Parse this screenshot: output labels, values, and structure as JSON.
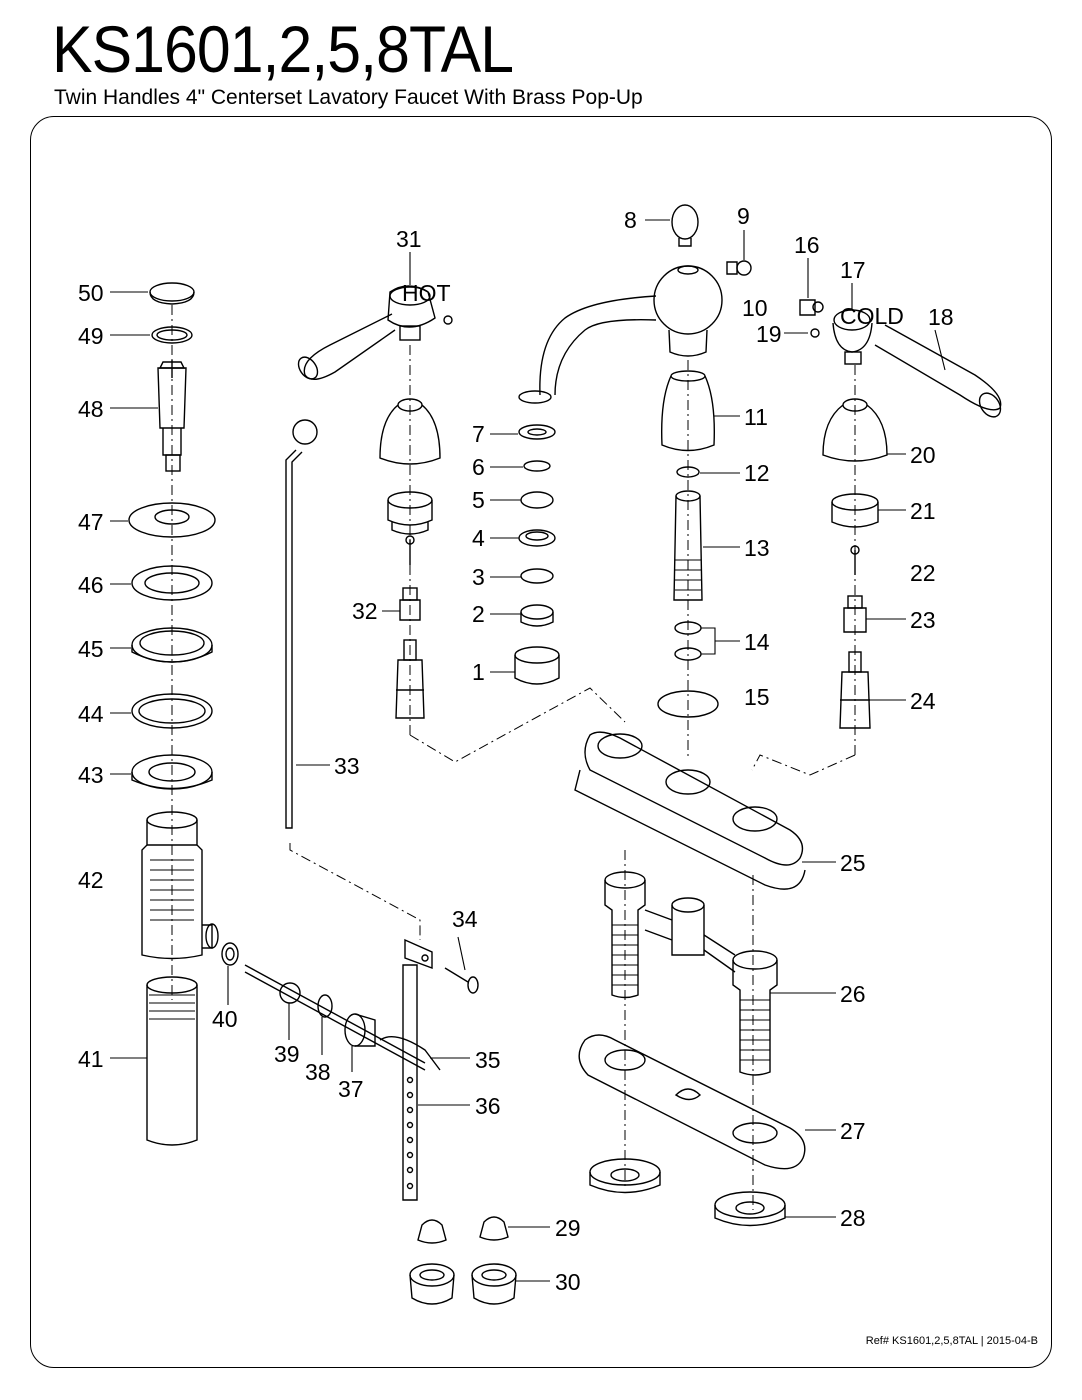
{
  "title": "KS1601,2,5,8TAL",
  "subtitle": "Twin Handles 4\" Centerset Lavatory Faucet With Brass Pop-Up",
  "reference": "Ref# KS1601,2,5,8TAL | 2015-04-B",
  "handle_labels": {
    "hot": "HOT",
    "cold": "COLD"
  },
  "callouts": {
    "p1": "1",
    "p2": "2",
    "p3": "3",
    "p4": "4",
    "p5": "5",
    "p6": "6",
    "p7": "7",
    "p8": "8",
    "p9": "9",
    "p10": "10",
    "p11": "11",
    "p12": "12",
    "p13": "13",
    "p14": "14",
    "p15": "15",
    "p16": "16",
    "p17": "17",
    "p18": "18",
    "p19": "19",
    "p20": "20",
    "p21": "21",
    "p22": "22",
    "p23": "23",
    "p24": "24",
    "p25": "25",
    "p26": "26",
    "p27": "27",
    "p28": "28",
    "p29": "29",
    "p30": "30",
    "p31": "31",
    "p32": "32",
    "p33": "33",
    "p34": "34",
    "p35": "35",
    "p36": "36",
    "p37": "37",
    "p38": "38",
    "p39": "39",
    "p40": "40",
    "p41": "41",
    "p42": "42",
    "p43": "43",
    "p44": "44",
    "p45": "45",
    "p46": "46",
    "p47": "47",
    "p48": "48",
    "p49": "49",
    "p50": "50"
  }
}
